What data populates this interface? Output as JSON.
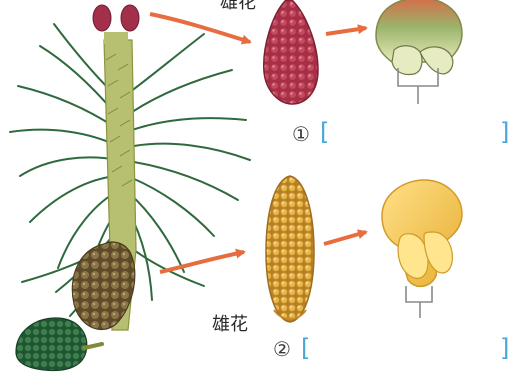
{
  "labels": {
    "top_label": "雄花",
    "bottom_label": "雄花",
    "marker_1": "①",
    "marker_2": "②",
    "bracket_open": "[",
    "bracket_close": "]"
  },
  "colors": {
    "needle": "#2f6a3e",
    "stem": "#b6c070",
    "female_cone": "#b2334a",
    "male_cone": "#d8a535",
    "old_cone": "#7a6236",
    "green_cone": "#2d6a3b",
    "arrow": "#e76d3e",
    "bracket": "#4aa6d8",
    "scale_1_top": "#d5744a",
    "scale_1_bottom": "#d8e2a7",
    "scale_2": "#f4c84b"
  }
}
